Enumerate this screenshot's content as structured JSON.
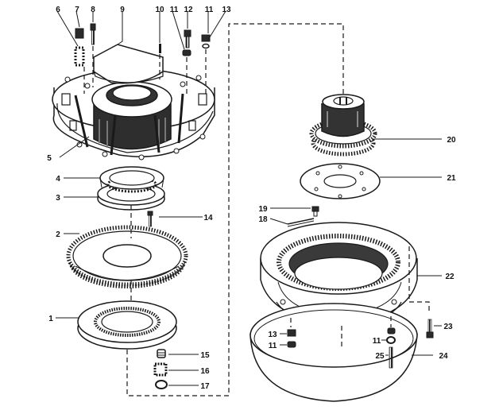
{
  "diagram": {
    "part_labels": [
      "1",
      "2",
      "3",
      "4",
      "5",
      "6",
      "7",
      "8",
      "9",
      "10",
      "11",
      "12",
      "11",
      "13",
      "14",
      "15",
      "16",
      "17",
      "18",
      "19",
      "20",
      "21",
      "22",
      "23",
      "24",
      "13",
      "11",
      "25",
      "11"
    ]
  }
}
